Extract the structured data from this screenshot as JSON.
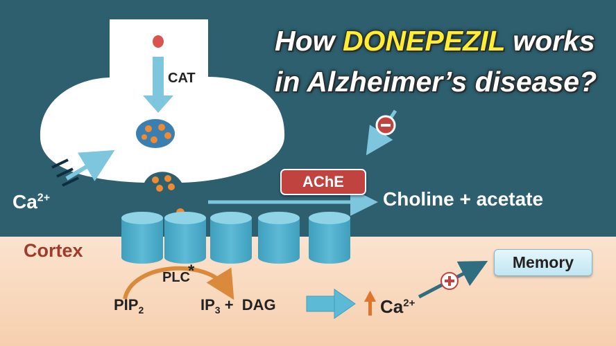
{
  "title": {
    "prefix": "How ",
    "highlight": "DONEPEZIL",
    "suffix": " works",
    "line2": "in Alzheimer’s disease?"
  },
  "labels": {
    "cat": "CAT",
    "ca_base": "Ca",
    "ca_charge": "2+",
    "ache": "AChE",
    "choline_acetate": "Choline + acetate",
    "cortex": "Cortex",
    "plc": "PLC",
    "plc_star": "*",
    "pip": "PIP",
    "pip_sub": "2",
    "ip": "IP",
    "ip_sub": "3",
    "dag_part": " +  DAG",
    "memory": "Memory"
  },
  "signs": {
    "inhibit": "−",
    "activate": "+"
  },
  "colors": {
    "top_background": "#2d5f6e",
    "bottom_background": "#fbe3cf",
    "arrow_light_blue": "#7ec6dd",
    "receptor": "#4faecc",
    "vesicle_dots": "#f08a33",
    "ache_red": "#c1433f",
    "title_highlight": "#ffee33",
    "cortex_text": "#9e3b2c"
  }
}
